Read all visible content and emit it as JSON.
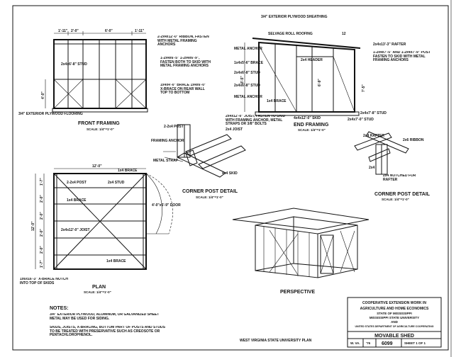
{
  "views": {
    "front": {
      "title": "FRONT FRAMING",
      "scale": "SCALE: 1/4\"=1'-0\"",
      "dims": [
        "1'-11\"",
        "2'-0\"",
        "6'-0\"",
        "1'-11\"",
        "4'-0\""
      ],
      "labels": {
        "ribbon": "2-2x4x12'-0\" RIBBON, FASTEN WITH METAL FRAMING ANCHORS",
        "stud": "2x4x6'-8\" STUD",
        "skid": "1-2x4x6'-5\" 1-2x4x6'-9\", FASTEN BOTH TO SKID WITH METAL FRAMING ANCHORS",
        "brace": "1x4x4'-0\" BRACE 1x4x6'-0\" X-BRACE ON REAR WALL TOP TO BOTTOM",
        "flooring": "3/4\" EXTERIOR PLYWOOD FLOORING"
      }
    },
    "end": {
      "title": "END FRAMING",
      "scale": "SCALE: 1/4\"=1'-0\"",
      "dims": [
        "8'-5\"",
        "6'-9\"",
        "7'-5\"",
        "12"
      ],
      "labels": {
        "sheathing": "3/4\" EXTERIOR PLYWOOD SHEATHING",
        "roofing": "SELVAGE ROLL ROOFING",
        "rafter": "2x4x13'-3\" RAFTER",
        "stud_pair": "1-2x4x7'-5\" AND 1-2x4x7'-9\" POST FASTEN TO SKID WITH METAL FRAMING ANCHORS",
        "anchor1": "METAL ANCHOR",
        "brace": "1x4x5'-6\" BRACE",
        "stud1": "2x4x6'-8\" STUD",
        "stud2": "2x4x6'-8\" STUD",
        "header": "2x4 HEADER",
        "anchor2": "METAL ANCHOR",
        "brace2": "1x4 BRACE",
        "skid": "4x4x12'-0\" SKID",
        "stud3": "2x4x7'-8\" STUD",
        "stud4": "2x4x7'-0\" STUD",
        "joist": "2x4x12'-0\" JOIST, FASTEN TO SKID WITH FRAMING ANCHOR, METAL STRAPS OR 3/8\" BOLTS"
      }
    },
    "corner1": {
      "title": "CORNER POST DETAIL",
      "scale": "SCALE: 1/4\"=1'-0\"",
      "labels": {
        "post": "2-2x4 POST",
        "joist": "2x4 JOIST",
        "anchor": "FRAMING ANCHOR",
        "strap": "METAL STRAP",
        "skid": "4x4 SKID"
      }
    },
    "corner2": {
      "title": "CORNER POST DETAIL",
      "scale": "SCALE: 1/4\"=1'-0\"",
      "labels": {
        "rafter": "2x4 RAFTER",
        "ribbon": "2x6 RIBBON",
        "stud": "2x4",
        "notched": "2x4 NOTCHED FOR RAFTER"
      }
    },
    "plan": {
      "title": "PLAN",
      "scale": "SCALE: 1/4\"=1'-0\"",
      "dims": [
        "12'-0\"",
        "1'-7\"",
        "2'-0\"",
        "2'-0\"",
        "2'-0\"",
        "2'-0\"",
        "1'-7\"",
        "12'-0\""
      ],
      "labels": {
        "brace_top": "1x4 BRACE",
        "post": "2-2x4 POST",
        "stud": "2x4 STUD",
        "brace_mid": "1x4 BRACE",
        "joist": "2x4x12'-0\" JOIST",
        "door": "4'-0\"x6'-9\" DOOR",
        "brace_bot": "1x4 BRACE",
        "xbrace": "1x6x16'-3\" X-BRACE NOTCH INTO TOP OF SKIDS"
      }
    },
    "perspective": {
      "title": "PERSPECTIVE"
    }
  },
  "notes": {
    "heading": "NOTES:",
    "lines": [
      "3/4\" EXTERIOR PLYWOOD, ALUMINUM, OR GALVANIZED SHEET METAL MAY BE USED FOR SIDING.",
      "SKIDS, JOISTS, X-BRACING, BOTTOM PART OF POSTS AND STUDS TO BE TREATED WITH PRESERVATIVE SUCH AS CREOSOTE OR PENTACHLOROPHENOL."
    ]
  },
  "footer": "WEST VIRGINIA STATE UNIVERSITY PLAN",
  "title_block": {
    "line1": "COOPERATIVE EXTENSION WORK IN",
    "line2": "AGRICULTURE AND HOME ECONOMICS",
    "line3": "STATE OF MISSISSIPPI",
    "line4": "MISSISSIPPI STATE UNIVERSITY",
    "line5": "AND",
    "line6": "UNITED STATES DEPARTMENT OF AGRICULTURE COOPERATING",
    "name": "MOVABLE SHED",
    "state": "W. VA.",
    "year": "'76",
    "number": "6099",
    "sheet": "SHEET 1 OF 1"
  }
}
